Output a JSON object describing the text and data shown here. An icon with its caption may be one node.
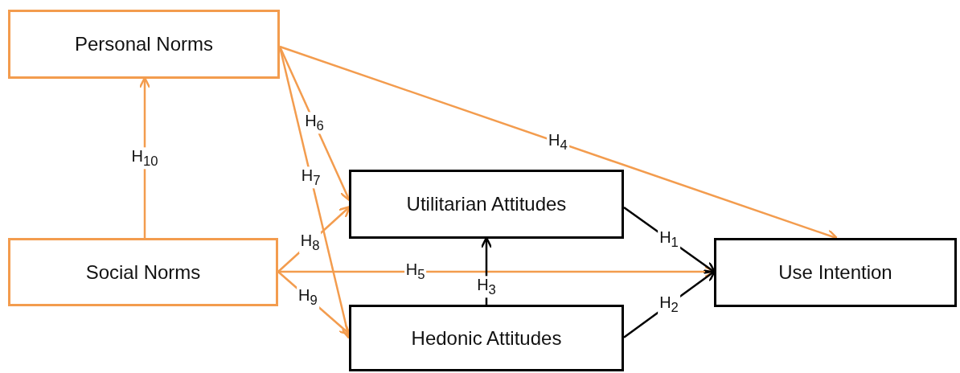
{
  "diagram": {
    "nodes": [
      {
        "text": [
          "Personal Norms"
        ]
      },
      {
        "text": [
          "Social Norms"
        ]
      },
      {
        "text": [
          "Utilitarian Attitudes"
        ]
      },
      {
        "text": [
          "Hedonic Attitudes"
        ]
      },
      {
        "text": [
          "Use Intention"
        ]
      }
    ],
    "edges": [
      {
        "from": 1,
        "to": 0,
        "arrow": "to",
        "label": "H$_{10}$"
      },
      {
        "from": 0,
        "to": 4,
        "arrow": "to",
        "label": "H$_{4}$"
      },
      {
        "from": 0,
        "to": 2,
        "arrow": "to",
        "label": "H$_{6}$"
      },
      {
        "from": 0,
        "to": 3,
        "arrow": "to",
        "label": "H$_{7}$"
      },
      {
        "from": 1,
        "to": 2,
        "arrow": "to",
        "label": "H$_{8}$"
      },
      {
        "from": 1,
        "to": 3,
        "arrow": "to",
        "label": "H$_{9}$"
      },
      {
        "from": 1,
        "to": 4,
        "arrow": "to",
        "label": "H$_{5}$"
      },
      {
        "from": 2,
        "to": 4,
        "arrow": "to",
        "label": "H$_{1}$",
        "color": "#000000"
      },
      {
        "from": 3,
        "to": 4,
        "arrow": "to",
        "label": "H$_{2}$",
        "color": "#000000"
      },
      {
        "from": 3,
        "to": 2,
        "arrow": "to",
        "label": "H$_{3}$",
        "color": "#000000"
      }
    ]
  }
}
